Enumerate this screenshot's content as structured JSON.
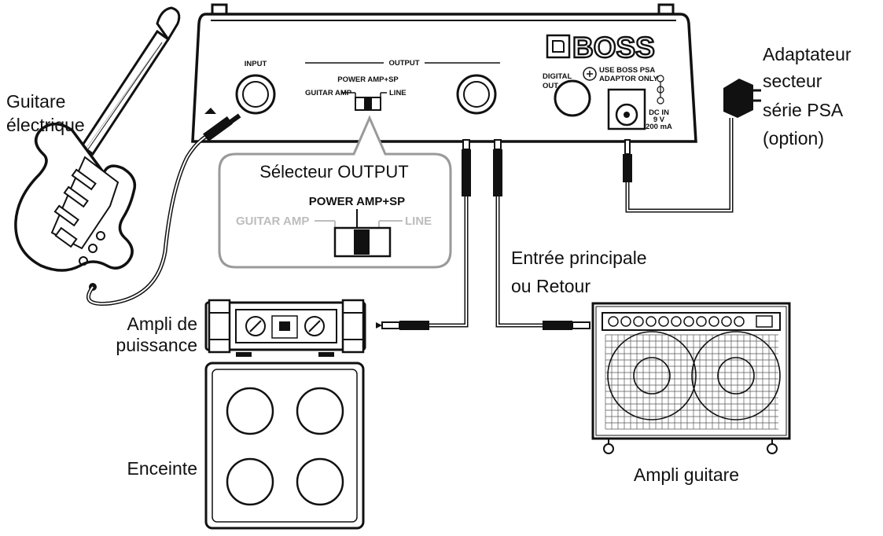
{
  "labels": {
    "guitar": [
      "Guitare",
      "électrique"
    ],
    "adaptor": [
      "Adaptateur",
      "secteur",
      "série PSA",
      "(option)"
    ],
    "main_input": [
      "Entrée principale",
      "ou Retour"
    ],
    "power_amp": [
      "Ampli de",
      "puissance"
    ],
    "speaker": "Enceinte",
    "guitar_amp": "Ampli guitare"
  },
  "pedal": {
    "brand": "BOSS",
    "input": "INPUT",
    "output": "OUTPUT",
    "power_amp_sp": "POWER AMP+SP",
    "guitar_amp": "GUITAR AMP",
    "line": "LINE",
    "digital_out": [
      "DIGITAL",
      "OUT"
    ],
    "psa_note": [
      "USE BOSS PSA",
      "ADAPTOR ONLY"
    ],
    "dc_in": [
      "DC IN",
      "9 V",
      "200 mA"
    ]
  },
  "callout": {
    "title": "Sélecteur OUTPUT",
    "power_amp_sp": "POWER AMP+SP",
    "guitar_amp": "GUITAR AMP",
    "line": "LINE"
  }
}
